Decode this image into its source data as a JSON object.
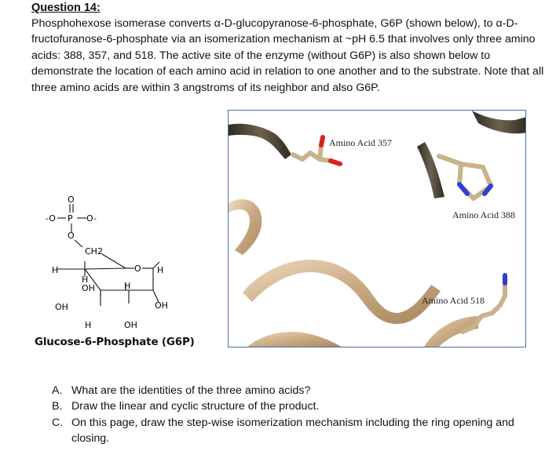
{
  "question": {
    "title": "Question 14:",
    "intro": "Phosphohexose isomerase converts α-D-glucopyranose-6-phosphate, G6P (shown below), to α-D-fructofuranose-6-phosphate via an isomerization mechanism at ~pH 6.5 that involves only three amino acids: 388, 357, and 518. The active site of the enzyme (without G6P) is also shown below to demonstrate the location of each amino acid in relation to one another and to the substrate. Note that all three amino acids are within 3 angstroms of its neighbor and also G6P."
  },
  "molecule": {
    "caption": "Glucose-6-Phosphate (G6P)",
    "atoms": {
      "o_top": "O",
      "o_minus_left": "-O",
      "p": "P",
      "o_minus_right": "O-",
      "o_link": "O",
      "ch2": "CH2",
      "ring_o": "O",
      "h1": "H",
      "h2": "H",
      "h3": "H",
      "h4": "H",
      "oh1": "OH",
      "oh2": "OH",
      "oh3": "OH",
      "oh4": "OH",
      "h5": "H"
    }
  },
  "active_site": {
    "labels": {
      "aa357": "Amino Acid 357",
      "aa388": "Amino Acid 388",
      "aa518": "Amino Acid 518"
    },
    "colors": {
      "ribbon_dark": "#4a4234",
      "ribbon_light": "#d9c19e",
      "stick": "#c9b28a",
      "oxygen": "#d8231f",
      "nitrogen": "#2b3fd6"
    }
  },
  "questions": [
    {
      "letter": "A.",
      "text": "What are the identities of the three amino acids?"
    },
    {
      "letter": "B.",
      "text": "Draw the linear and cyclic structure of the product."
    },
    {
      "letter": "C.",
      "text": "On this page, draw the step-wise isomerization mechanism including the ring opening and closing."
    }
  ]
}
